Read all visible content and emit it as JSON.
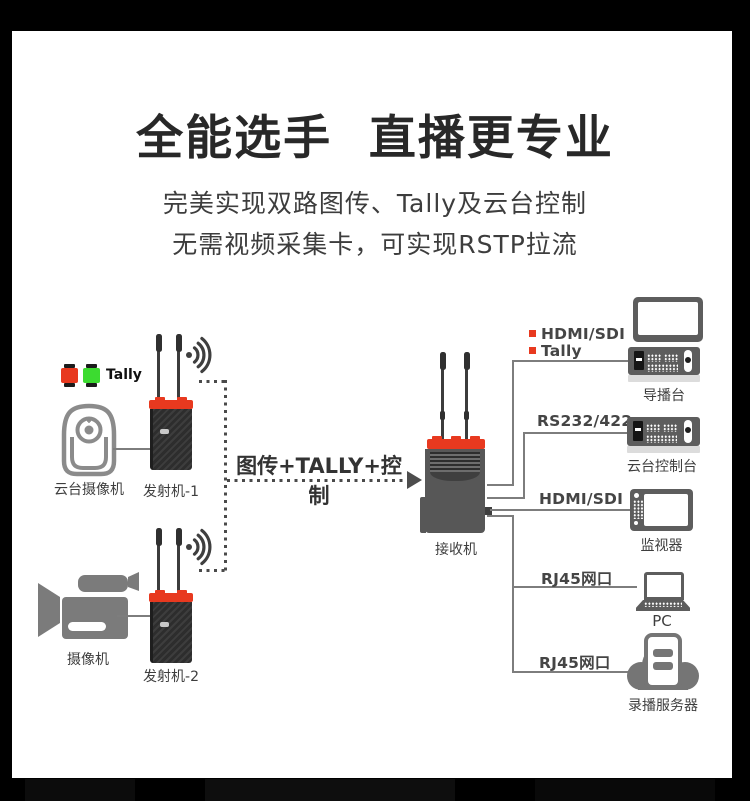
{
  "header": {
    "title": "全能选手  直播更专业",
    "subtitle1": "完美实现双路图传、Tally及云台控制",
    "subtitle2": "无需视频采集卡，可实现RSTP拉流"
  },
  "diagram": {
    "tally_label": "Tally",
    "wireless_label": "图传+TALLY+控制",
    "devices": {
      "ptz_camera": "云台摄像机",
      "transmitter1": "发射机-1",
      "camcorder": "摄像机",
      "transmitter2": "发射机-2",
      "receiver": "接收机",
      "switcher": "导播台",
      "ptz_console": "云台控制台",
      "monitor": "监视器",
      "pc": "PC",
      "server": "录播服务器"
    },
    "outputs": {
      "line1_a": "HDMI/SDI",
      "line1_b": "Tally",
      "line2": "RS232/422",
      "line3": "HDMI/SDI",
      "line4": "RJ45网口",
      "line5": "RJ45网口"
    },
    "colors": {
      "accent_red": "#e8391f",
      "tally_green": "#3cdb30",
      "line_gray": "#7d7d7d",
      "device_gray": "#5d5d5d",
      "body_dark": "#2d2d2d"
    }
  }
}
